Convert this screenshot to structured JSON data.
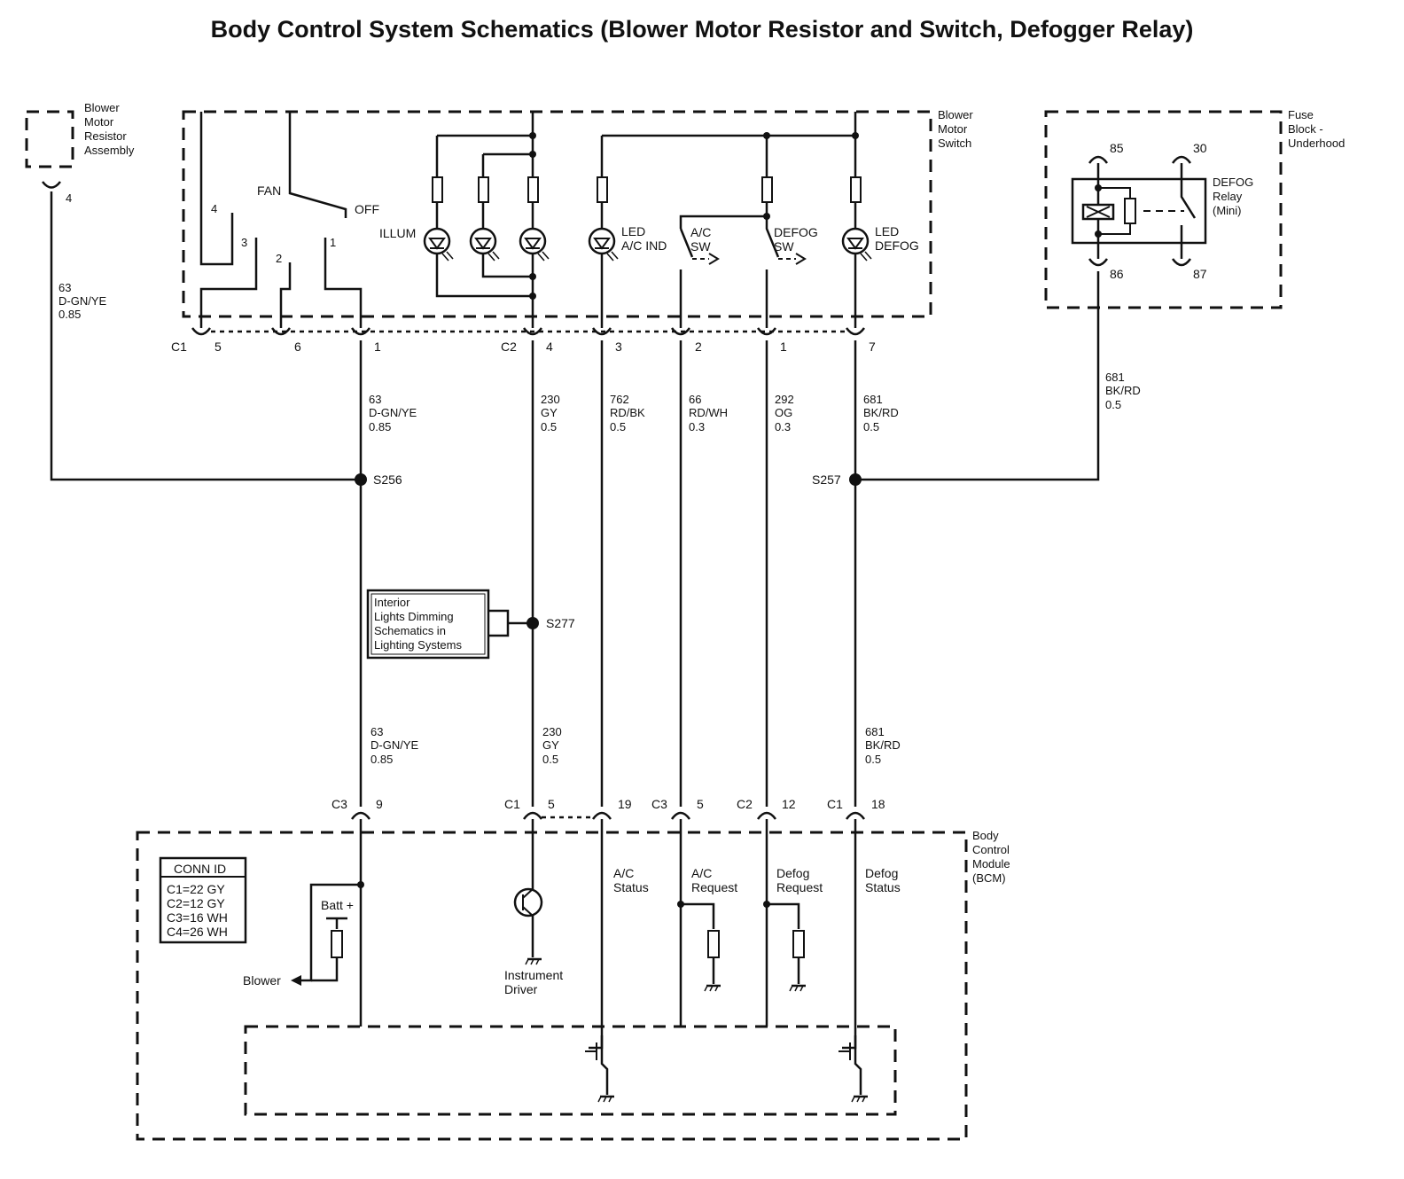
{
  "title": "Body Control System Schematics (Blower Motor Resistor and Switch, Defogger Relay)",
  "components": {
    "resistor_assembly": [
      "Blower",
      "Motor",
      "Resistor",
      "Assembly"
    ],
    "blower_switch": [
      "Blower",
      "Motor",
      "Switch"
    ],
    "fuse_block": [
      "Fuse",
      "Block -",
      "Underhood"
    ],
    "bcm": [
      "Body",
      "Control",
      "Module",
      "(BCM)"
    ],
    "relay": [
      "DEFOG",
      "Relay",
      "(Mini)"
    ]
  },
  "switch_labels": {
    "fan": "FAN",
    "off": "OFF",
    "illum": "ILLUM",
    "led_ac": [
      "LED",
      "A/C IND"
    ],
    "ac_sw": [
      "A/C",
      "SW"
    ],
    "defog_sw": [
      "DEFOG",
      "SW"
    ],
    "led_defog": [
      "LED",
      "DEFOG"
    ],
    "pos4": "4",
    "pos3": "3",
    "pos2": "2",
    "pos1": "1"
  },
  "relay_pins": {
    "p85": "85",
    "p30": "30",
    "p86": "86",
    "p87": "87"
  },
  "resistor_pin": "4",
  "connectors": {
    "switch_c1": "C1",
    "switch_c2": "C2",
    "sw_pins": [
      "5",
      "6",
      "1",
      "4",
      "3",
      "2",
      "1",
      "7"
    ],
    "bcm": [
      "C3",
      "C1",
      "C3",
      "C2",
      "C1"
    ],
    "bcm_pins": [
      "9",
      "5",
      "19",
      "5",
      "12",
      "18"
    ]
  },
  "wires": {
    "w63_left": [
      "63",
      "D-GN/YE",
      "0.85"
    ],
    "w63_top": [
      "63",
      "D-GN/YE",
      "0.85"
    ],
    "w230_top": [
      "230",
      "GY",
      "0.5"
    ],
    "w762": [
      "762",
      "RD/BK",
      "0.5"
    ],
    "w66": [
      "66",
      "RD/WH",
      "0.3"
    ],
    "w292": [
      "292",
      "OG",
      "0.3"
    ],
    "w681_top": [
      "681",
      "BK/RD",
      "0.5"
    ],
    "w681_right": [
      "681",
      "BK/RD",
      "0.5"
    ],
    "w63_bot": [
      "63",
      "D-GN/YE",
      "0.85"
    ],
    "w230_bot": [
      "230",
      "GY",
      "0.5"
    ],
    "w681_bot": [
      "681",
      "BK/RD",
      "0.5"
    ]
  },
  "splices": {
    "s256": "S256",
    "s257": "S257",
    "s277": "S277"
  },
  "reference_box": [
    "Interior",
    "Lights Dimming",
    "Schematics in",
    "Lighting Systems"
  ],
  "conn_id": {
    "title": "CONN ID",
    "rows": [
      "C1=22 GY",
      "C2=12 GY",
      "C3=16 WH",
      "C4=26 WH"
    ]
  },
  "bcm_labels": {
    "batt": "Batt +",
    "blower": "Blower",
    "instrument": [
      "Instrument",
      "Driver"
    ],
    "ac_status": [
      "A/C",
      "Status"
    ],
    "ac_request": [
      "A/C",
      "Request"
    ],
    "defog_request": [
      "Defog",
      "Request"
    ],
    "defog_status": [
      "Defog",
      "Status"
    ]
  }
}
